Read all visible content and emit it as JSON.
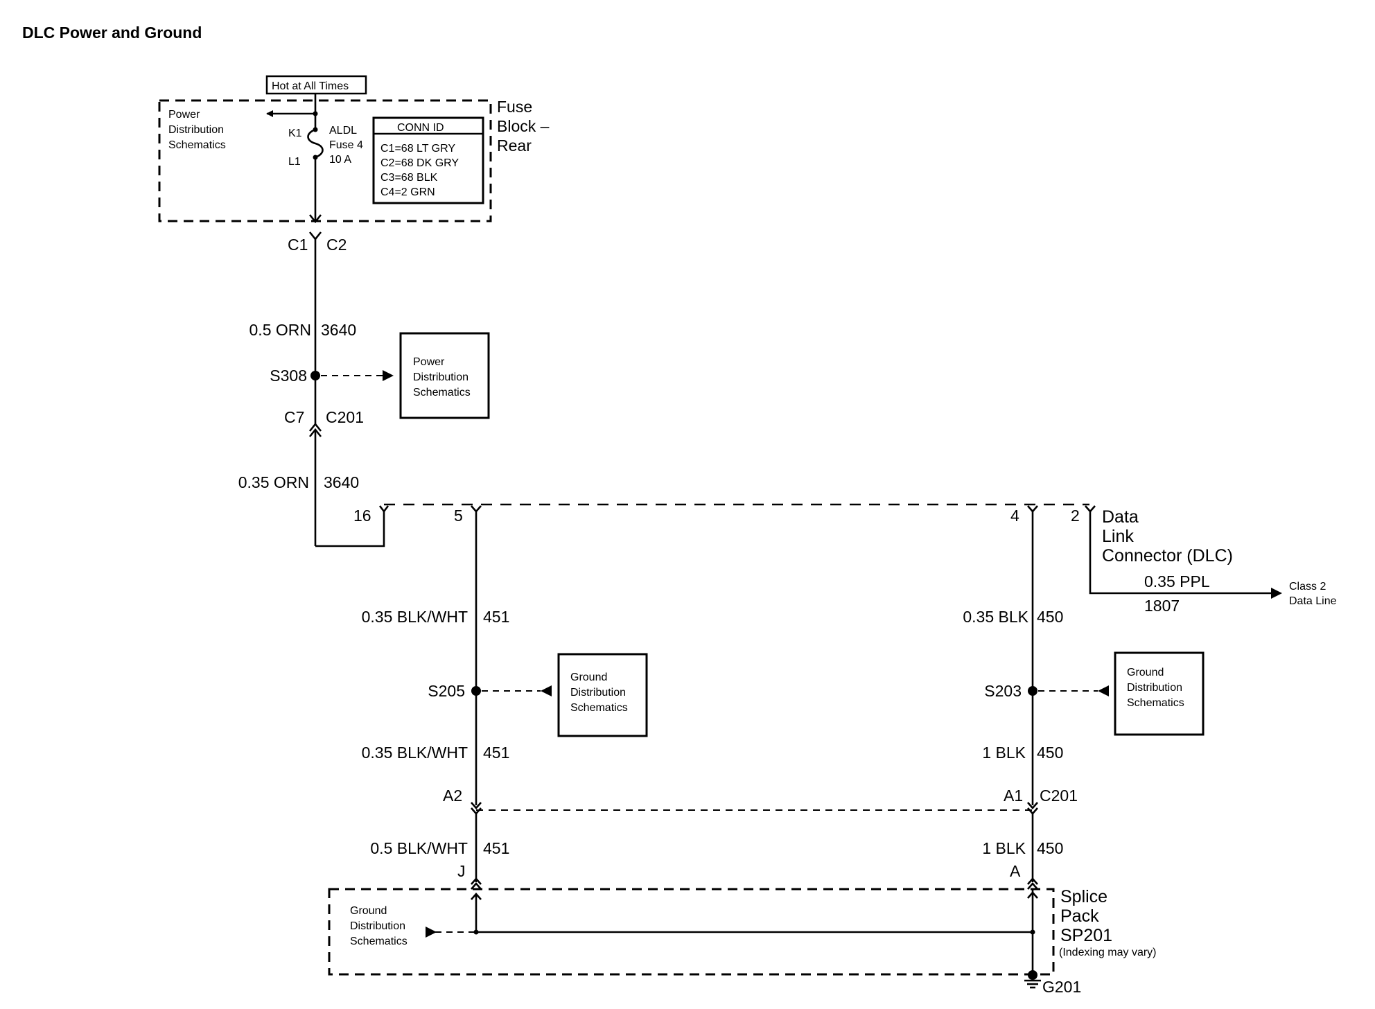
{
  "title": "DLC Power and Ground",
  "fuse_block": {
    "hot_label": "Hot at All Times",
    "power_dist": [
      "Power",
      "Distribution",
      "Schematics"
    ],
    "pin_k1": "K1",
    "pin_l1": "L1",
    "fuse": [
      "ALDL",
      "Fuse 4",
      "10 A"
    ],
    "conn_id_header": "CONN ID",
    "conn_ids": [
      "C1=68 LT GRY",
      "C2=68 DK GRY",
      "C3=68 BLK",
      "C4=2 GRN"
    ],
    "name": [
      "Fuse",
      "Block –",
      "Rear"
    ],
    "conn_c1": "C1",
    "conn_c2": "C2"
  },
  "wire_3640_upper": {
    "gauge": "0.5 ORN",
    "circuit": "3640"
  },
  "splice_s308": {
    "label": "S308",
    "target": [
      "Power",
      "Distribution",
      "Schematics"
    ]
  },
  "conn_c201_top": {
    "pin": "C7",
    "conn": "C201"
  },
  "wire_3640_lower": {
    "gauge": "0.35 ORN",
    "circuit": "3640"
  },
  "dlc": {
    "pins": [
      "16",
      "5",
      "4",
      "2"
    ],
    "name": [
      "Data",
      "Link",
      "Connector (DLC)"
    ]
  },
  "wire_1807": {
    "gauge": "0.35 PPL",
    "circuit": "1807",
    "dest": [
      "Class 2",
      "Data Line"
    ]
  },
  "wire_451_a": {
    "gauge": "0.35 BLK/WHT",
    "circuit": "451"
  },
  "wire_450_a": {
    "gauge": "0.35 BLK",
    "circuit": "450"
  },
  "splice_s205": {
    "label": "S205",
    "target": [
      "Ground",
      "Distribution",
      "Schematics"
    ]
  },
  "splice_s203": {
    "label": "S203",
    "target": [
      "Ground",
      "Distribution",
      "Schematics"
    ]
  },
  "wire_451_b": {
    "gauge": "0.35 BLK/WHT",
    "circuit": "451"
  },
  "wire_450_b": {
    "gauge": "1 BLK",
    "circuit": "450"
  },
  "conn_c201_bottom": {
    "pin_left": "A2",
    "pin_right": "A1",
    "conn": "C201"
  },
  "wire_451_c": {
    "gauge": "0.5 BLK/WHT",
    "circuit": "451"
  },
  "wire_450_c": {
    "gauge": "1 BLK",
    "circuit": "450"
  },
  "splice_pack": {
    "pin_j": "J",
    "pin_a": "A",
    "ground_dist": [
      "Ground",
      "Distribution",
      "Schematics"
    ],
    "name": [
      "Splice",
      "Pack",
      "SP201"
    ],
    "note": "(Indexing may vary)",
    "ground": "G201"
  }
}
